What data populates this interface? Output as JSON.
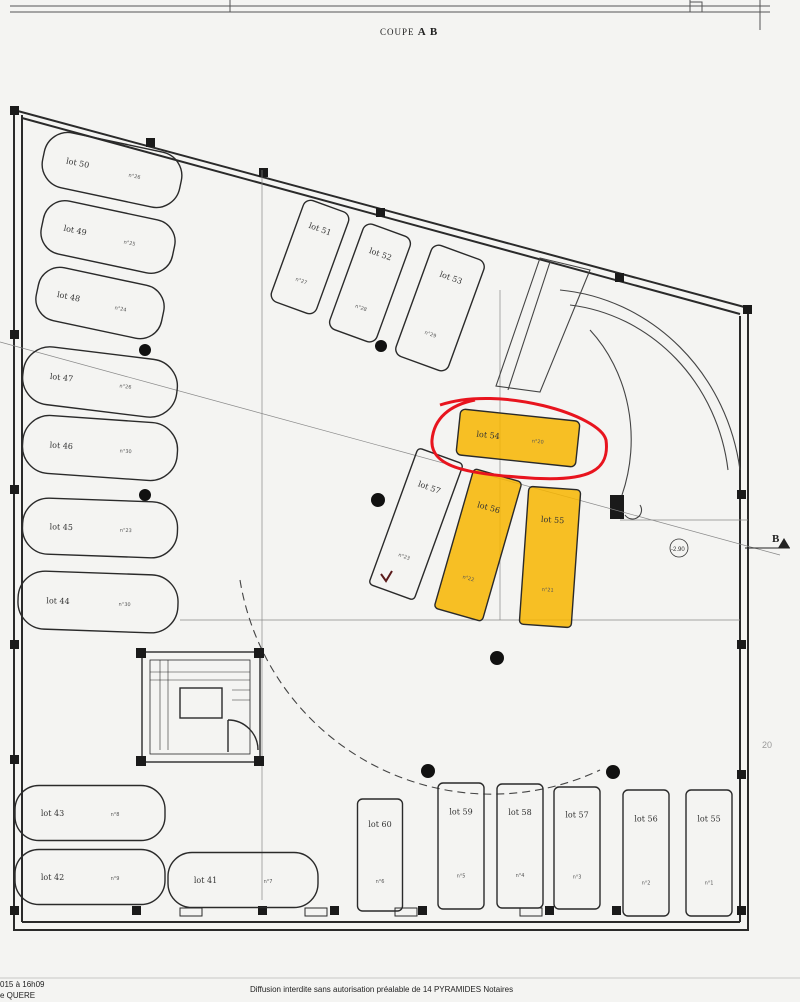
{
  "header": {
    "section_title": "COUPE",
    "section_letters": "A B"
  },
  "markers": {
    "section_b": "B",
    "level_circle": "-2.90",
    "margin_note": "20"
  },
  "parking_lots": [
    {
      "label": "lot 50",
      "value": "n°26",
      "highlight": false
    },
    {
      "label": "lot 49",
      "value": "n°25",
      "highlight": false
    },
    {
      "label": "lot 48",
      "value": "n°24",
      "highlight": false
    },
    {
      "label": "lot 47",
      "value": "n°26",
      "highlight": false
    },
    {
      "label": "lot 46",
      "value": "n°30",
      "highlight": false
    },
    {
      "label": "lot 45",
      "value": "n°23",
      "highlight": false
    },
    {
      "label": "lot 44",
      "value": "n°30",
      "highlight": false
    },
    {
      "label": "lot 51",
      "value": "n°27",
      "highlight": false
    },
    {
      "label": "lot 52",
      "value": "n°28",
      "highlight": false
    },
    {
      "label": "lot 53",
      "value": "n°29",
      "highlight": false
    },
    {
      "label": "lot 54",
      "value": "n°20",
      "highlight": true
    },
    {
      "label": "lot 57",
      "value": "n°23",
      "highlight": false
    },
    {
      "label": "lot 56",
      "value": "n°22",
      "highlight": true
    },
    {
      "label": "lot 55",
      "value": "n°21",
      "highlight": true
    },
    {
      "label": "lot 43",
      "value": "n°8",
      "highlight": false
    },
    {
      "label": "lot 42",
      "value": "n°9",
      "highlight": false
    },
    {
      "label": "lot 41",
      "value": "n°7",
      "highlight": false
    },
    {
      "label": "lot 60",
      "value": "n°6",
      "highlight": false
    },
    {
      "label": "lot 59",
      "value": "n°5",
      "highlight": false
    },
    {
      "label": "lot 58",
      "value": "n°4",
      "highlight": false
    },
    {
      "label": "lot 57",
      "value": "n°3",
      "highlight": false
    },
    {
      "label": "lot 56",
      "value": "n°2",
      "highlight": false
    },
    {
      "label": "lot 55",
      "value": "n°1",
      "highlight": false
    }
  ],
  "footer": {
    "left_time": "015 à 16h09",
    "left_name": "e QUERE",
    "notice": "Diffusion interdite sans autorisation préalable de 14 PYRAMIDES Notaires"
  },
  "colors": {
    "highlight": "#f7b500",
    "annotation": "#e8141e",
    "ink": "#2a2a2a"
  }
}
